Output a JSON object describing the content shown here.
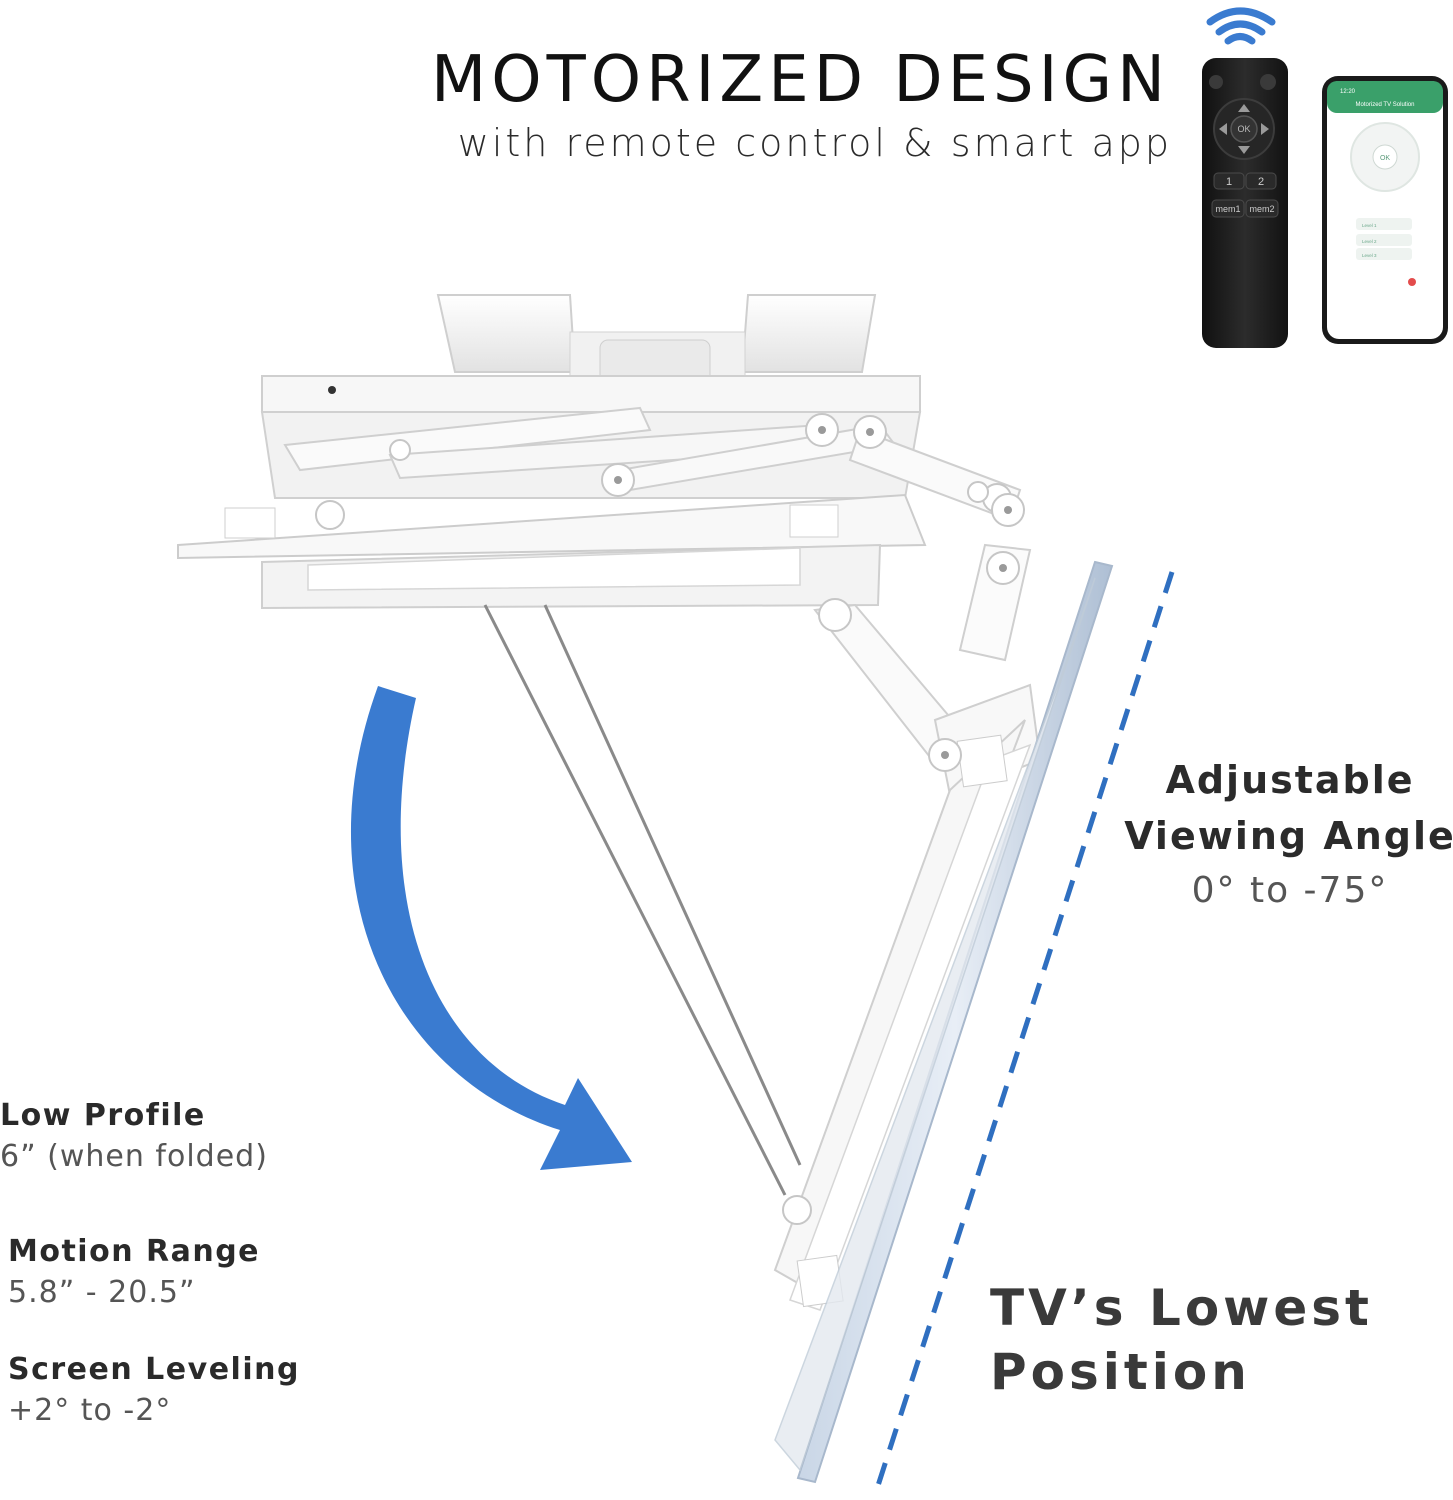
{
  "header": {
    "title": "MOTORIZED DESIGN",
    "subtitle": "with remote control & smart app"
  },
  "remote": {
    "ok_label": "OK",
    "button_1": "1",
    "button_2": "2",
    "mem1": "mem1",
    "mem2": "mem2",
    "icons": [
      "wifi-icon",
      "power-icon",
      "arrow-up-icon",
      "arrow-down-icon",
      "arrow-left-icon",
      "arrow-right-icon"
    ]
  },
  "phone": {
    "app_title": "Motorized TV Solution",
    "ok_label": "OK",
    "time": "12:20",
    "rows": [
      "Level 1",
      "Level 2",
      "Level 3"
    ]
  },
  "specs": [
    {
      "title": "Low Profile",
      "value": "6” (when folded)"
    },
    {
      "title": "Motion Range",
      "value": "5.8” - 20.5”"
    },
    {
      "title": "Screen Leveling",
      "value": "+2° to -2°"
    }
  ],
  "angle": {
    "title_line1": "Adjustable",
    "title_line2": "Viewing Angle",
    "value": "0° to -75°"
  },
  "lowest_position": {
    "line1": "TV’s Lowest",
    "line2": "Position"
  },
  "colors": {
    "arrow_blue": "#3a7bd0",
    "dash_blue": "#2f6fc0",
    "remote_black": "#1c1c1c",
    "app_green": "#3aa06a",
    "mount_white": "#f4f4f4"
  }
}
